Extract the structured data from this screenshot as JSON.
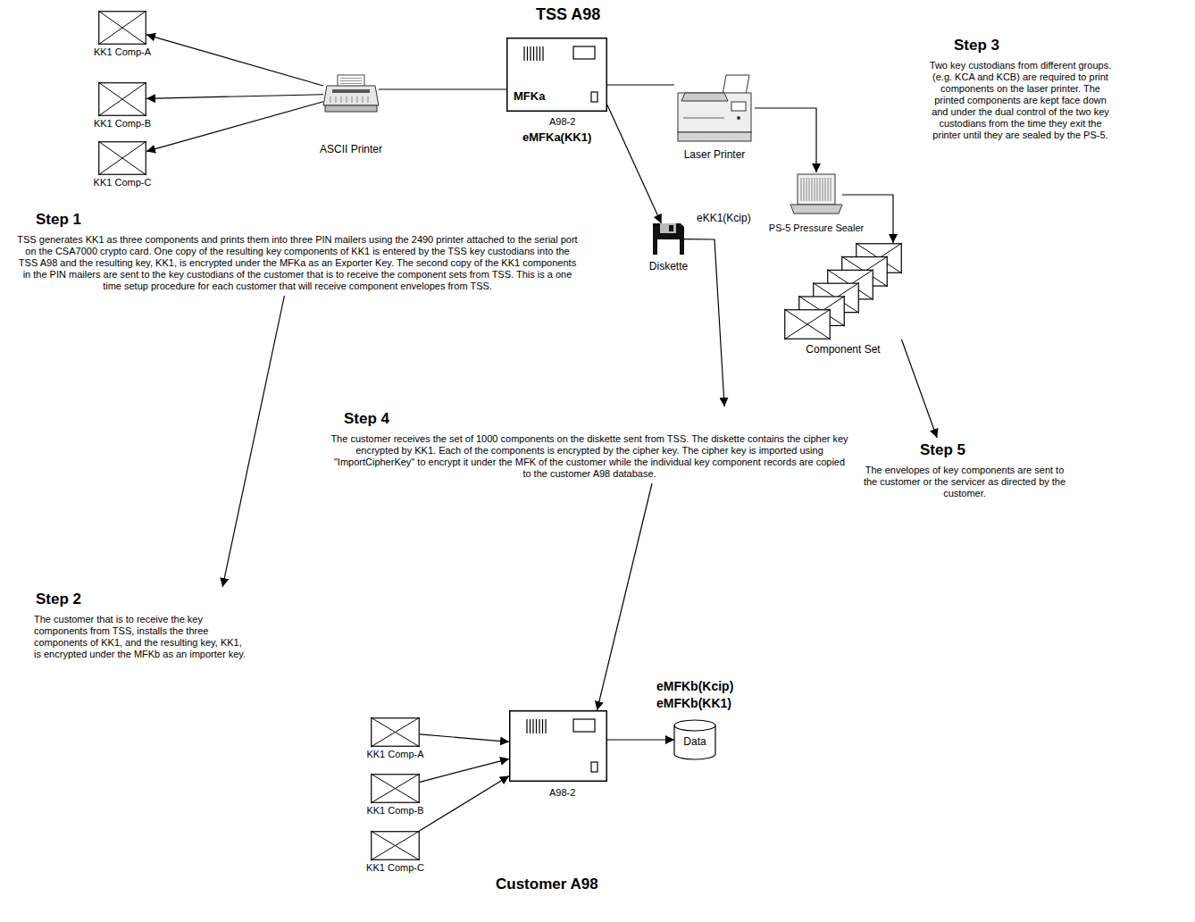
{
  "diagram": {
    "nodes": [
      {
        "text": [
          "KK1 Comp-A"
        ]
      },
      {
        "text": [
          "KK1 Comp-B"
        ]
      },
      {
        "text": [
          "KK1 Comp-C"
        ]
      },
      {
        "text": [
          "ASCII Printer"
        ]
      },
      {
        "text": [
          "TSS A98",
          "MFKa",
          "A98-2",
          "eMFKa(KK1)"
        ]
      },
      {
        "text": [
          "Laser Printer"
        ]
      },
      {
        "text": [
          "PS-5 Pressure Sealer"
        ]
      },
      {
        "text": [
          "Step 3",
          "Two key custodians from different groups. (e.g. KCA and KCB) are required to print components on the laser printer. The printed components are kept face down and under the dual control of the two key custodians from the time they exit the printer until they are sealed by the PS-5."
        ]
      },
      {
        "text": [
          "Step 1",
          "TSS generates KK1 as three components and prints them into three PIN mailers using the 2490 printer attached to the serial port on the CSA7000 crypto card. One copy of the resulting key components of KK1 is entered by the TSS key custodians into the TSS A98 and the resulting key, KK1, is encrypted under the MFKa as an Exporter Key. The second copy of the KK1 components in the PIN mailers are sent to the key custodians of the customer that is to receive the component sets from TSS. This is a one time setup procedure for each customer that will receive component envelopes from TSS."
        ]
      },
      {
        "text": [
          "eKK1(Kcip)",
          "Diskette"
        ]
      },
      {
        "text": [
          "Component Set"
        ]
      },
      {
        "text": [
          "Step 4",
          "The customer receives the set of 1000 components on the diskette sent from TSS. The diskette contains the cipher key encrypted by KK1. Each of the components is encrypted by the cipher key. The cipher key is imported using \"ImportCipherKey\" to encrypt it under the MFK of the customer while the individual key component records are copied to the customer A98 database."
        ]
      },
      {
        "text": [
          "Step 5",
          "The envelopes of key components are sent to the customer or the servicer as directed by the customer."
        ]
      },
      {
        "text": [
          "Step 2",
          "The customer that is to receive the key components from TSS, installs the three components of KK1, and the resulting key, KK1, is encrypted under the MFKb as an importer key."
        ]
      },
      {
        "text": [
          "KK1 Comp-A"
        ]
      },
      {
        "text": [
          "KK1 Comp-B"
        ]
      },
      {
        "text": [
          "KK1 Comp-C"
        ]
      },
      {
        "text": [
          "A98-2",
          "Customer A98"
        ]
      },
      {
        "text": [
          "Data"
        ]
      }
    ],
    "edges": [
      {
        "from": 3,
        "to": 4,
        "arrow": "none"
      },
      {
        "from": 3,
        "to": 0,
        "arrow": "to"
      },
      {
        "from": 3,
        "to": 1,
        "arrow": "to"
      },
      {
        "from": 3,
        "to": 2,
        "arrow": "to"
      },
      {
        "from": 4,
        "to": 5,
        "arrow": "none"
      },
      {
        "from": 5,
        "to": 6,
        "arrow": "to"
      },
      {
        "from": 6,
        "to": 10,
        "arrow": "to"
      },
      {
        "from": 4,
        "to": 9,
        "arrow": "to"
      },
      {
        "from": 9,
        "to": 11,
        "arrow": "to"
      },
      {
        "from": 8,
        "to": 13,
        "arrow": "to"
      },
      {
        "from": 10,
        "to": 12,
        "arrow": "to"
      },
      {
        "from": 11,
        "to": 17,
        "arrow": "to"
      },
      {
        "from": 14,
        "to": 17,
        "arrow": "to"
      },
      {
        "from": 15,
        "to": 17,
        "arrow": "to"
      },
      {
        "from": 16,
        "to": 17,
        "arrow": "to"
      },
      {
        "from": 17,
        "to": 18,
        "arrow": "to"
      }
    ],
    "labels": [
      "eMFKb(Kcip)",
      "eMFKb(KK1)"
    ]
  }
}
